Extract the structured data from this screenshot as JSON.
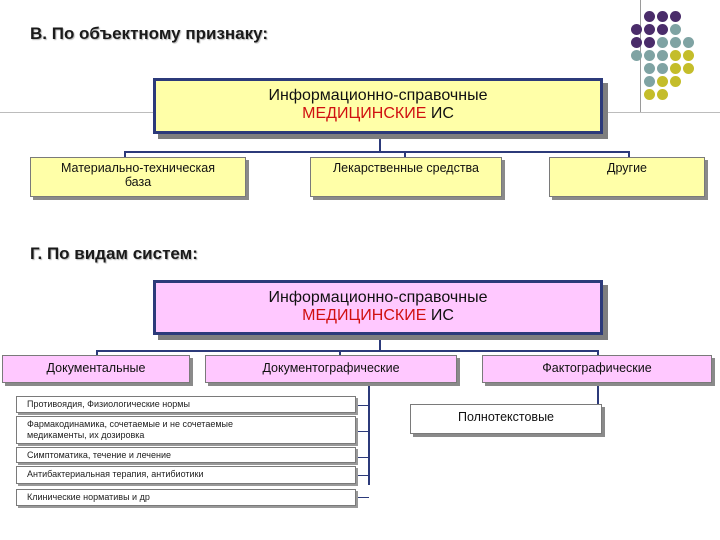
{
  "section_b": {
    "heading": "В. По объектному признаку:",
    "main_box": {
      "line1": "Информационно-справочные",
      "line2_red": "МЕДИЦИНСКИЕ",
      "line2_rest": " ИС"
    },
    "children": [
      {
        "line1": "Материально-техническая",
        "line2": "база"
      },
      {
        "line1": "Лекарственные средства"
      },
      {
        "line1": "Другие"
      }
    ]
  },
  "section_g": {
    "heading": "Г. По видам систем:",
    "main_box": {
      "line1": "Информационно-справочные",
      "line2_red": "МЕДИЦИНСКИЕ",
      "line2_rest": " ИС"
    },
    "children": [
      "Документальные",
      "Документографические",
      "Фактографические"
    ],
    "fulltext": "Полнотекстовые",
    "items": [
      "Противоядия, Физиологические нормы",
      "Фармакодинамика, сочетаемые и не сочетаемые",
      "медикаменты, их дозировка",
      "Симптоматика, течение и лечение",
      "Антибактериальная терапия, антибиотики",
      "Клинические нормативы и др"
    ]
  },
  "palette": {
    "purple": "#4a2c6a",
    "teal": "#7fa3a3",
    "olive": "#c4bd2a",
    "box_yellow": "#ffffa8",
    "box_pink": "#ffc8ff",
    "border_navy": "#2c3a7a"
  }
}
